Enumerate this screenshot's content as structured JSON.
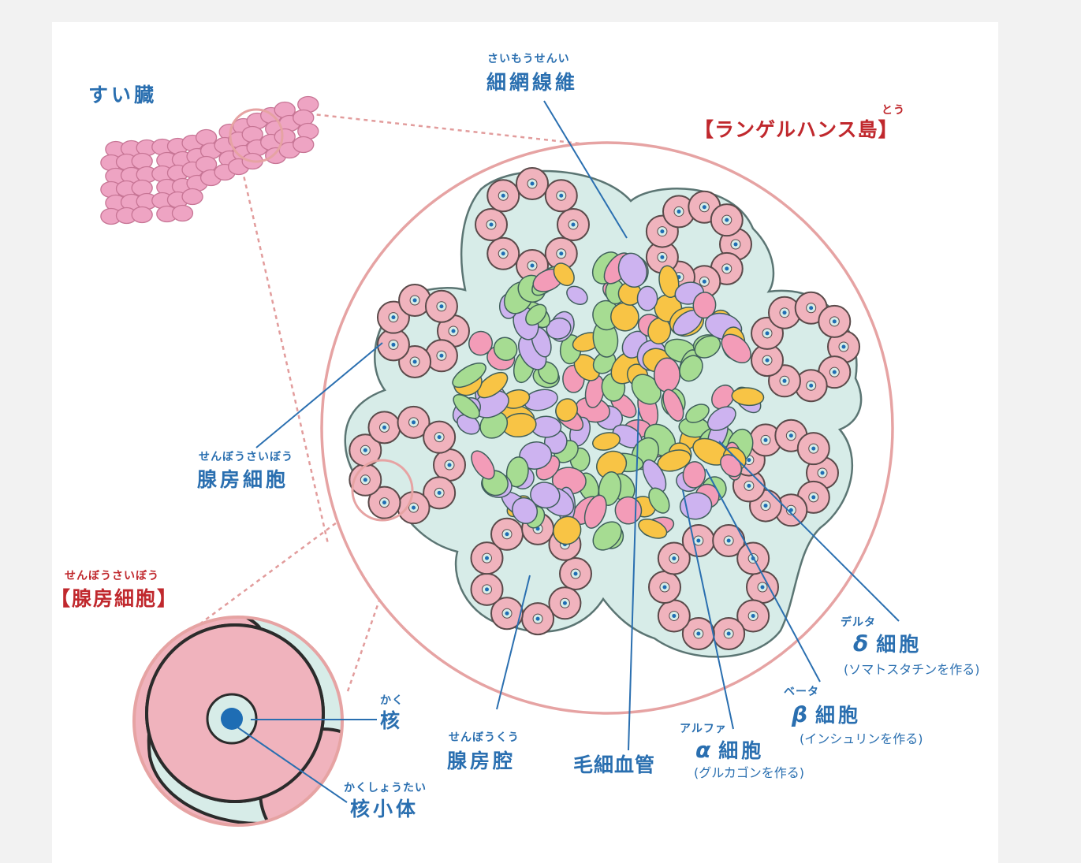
{
  "pancreas": {
    "label": "すい臓",
    "color": "#eea4c3"
  },
  "islet": {
    "label": "【ランゲルハンス島】",
    "ruby": "とう"
  },
  "reticular_fiber": {
    "ruby": "さいもうせんい",
    "label": "細網線維"
  },
  "acinar_cell": {
    "ruby": "せんぼうさいぼう",
    "label": "腺房細胞"
  },
  "acinar_zoom": {
    "ruby": "せんぼうさいぼう",
    "label": "【腺房細胞】"
  },
  "nucleus": {
    "ruby": "かく",
    "label": "核"
  },
  "nucleolus": {
    "ruby": "かくしょうたい",
    "label": "核小体"
  },
  "acinar_lumen": {
    "ruby": "せんぼうくう",
    "label": "腺房腔"
  },
  "capillary": {
    "label": "毛細血管"
  },
  "alpha_cell": {
    "ruby": "アルファ",
    "greek": "α",
    "label": "細胞",
    "note": "(グルカゴンを作る)"
  },
  "beta_cell": {
    "ruby": "ベータ",
    "greek": "β",
    "label": "細胞",
    "note": "(インシュリンを作る)"
  },
  "delta_cell": {
    "ruby": "デルタ",
    "greek": "δ",
    "label": "細胞",
    "note": "(ソマトスタチンを作る)"
  },
  "colors": {
    "label_blue": "#2a6fb0",
    "title_red": "#c0282d",
    "acinar_pink": "#f0b3bd",
    "stroma": "#d7ece8",
    "alpha_green": "#a6dc92",
    "beta_yellow": "#f8c445",
    "delta_purple": "#cdb3f0",
    "capillary_pink": "#f39cb8",
    "nucleus_blue": "#1e6db4"
  }
}
